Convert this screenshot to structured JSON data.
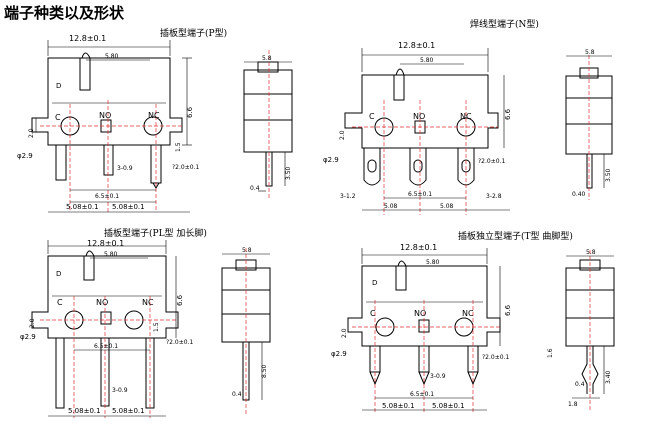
{
  "heading": "端子种类以及形状",
  "colors": {
    "line": "#000000",
    "center_line": "#e03030",
    "dim_line": "#000000"
  },
  "panels": {
    "p": {
      "caption": "插板型端子(P型)",
      "dims": {
        "width_total": "12.8±0.1",
        "inner": "5.80",
        "height": "6.6",
        "offset_left": "2.0",
        "hole": "φ2.9",
        "pin_width": "3-0.9",
        "side_h": "1.5",
        "radius": "?2.0±0.1",
        "pitch_mid": "6.5±0.1",
        "pitch_left": "5.08±0.1",
        "pitch_right": "5.08±0.1",
        "side_width": "5.8",
        "pin_thick": "0.4",
        "pin_len": "3.50"
      },
      "labels": {
        "c": "C",
        "no": "NO",
        "nc": "NC",
        "mark": "D"
      }
    },
    "n": {
      "caption": "焊线型端子(N型)",
      "dims": {
        "width_total": "12.8±0.1",
        "inner": "5.80",
        "height": "6.6",
        "offset_left": "2.0",
        "hole": "φ2.9",
        "radius": "?2.0±0.1",
        "slot_left": "3-1.2",
        "slot_right": "3-2.8",
        "pitch_mid": "6.5±0.1",
        "pitch_left": "5.08",
        "pitch_right": "5.08",
        "side_width": "5.8",
        "pin_thick": "0.40",
        "pin_len": "3.50"
      },
      "labels": {
        "c": "C",
        "no": "NO",
        "nc": "NC"
      }
    },
    "pl": {
      "caption": "插板型端子(PL型  加长脚)",
      "dims": {
        "width_total": "12.8±0.1",
        "inner": "5.80",
        "height": "6.6",
        "offset_left": "2.0",
        "hole": "φ2.9",
        "pin_width": "3-0.9",
        "side_h": "1.5",
        "radius": "?2.0±0.1",
        "pitch_mid": "6.5±0.1",
        "pitch_left": "5.08±0.1",
        "pitch_right": "5.08±0.1",
        "side_width": "5.8",
        "pin_thick": "0.4",
        "pin_len": "8.50"
      },
      "labels": {
        "c": "C",
        "no": "NO",
        "nc": "NC",
        "mark": "D"
      }
    },
    "t": {
      "caption": "插板独立型端子(T型  曲脚型)",
      "dims": {
        "width_total": "12.8±0.1",
        "inner": "5.80",
        "height": "6.6",
        "offset_left": "2.0",
        "hole": "φ2.9",
        "radius": "?2.0±0.1",
        "pin_width": "3-0.9",
        "pitch_mid": "6.5±0.1",
        "pitch_left": "5.08±0.1",
        "pitch_right": "5.08±0.1",
        "side_width": "5.8",
        "bend_h": "1.6",
        "pin_thick": "0.4",
        "pin_len": "3.40",
        "bend_w": "1.8"
      },
      "labels": {
        "c": "C",
        "no": "NO",
        "nc": "NC",
        "mark": "D"
      }
    }
  }
}
